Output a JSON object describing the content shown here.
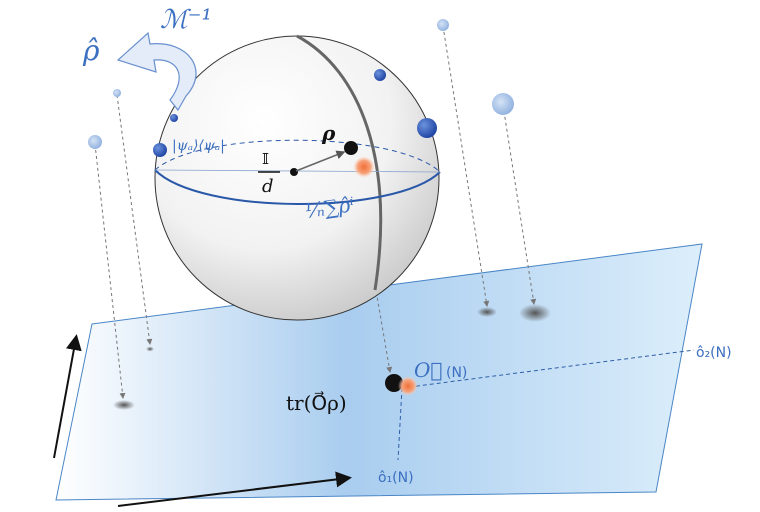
{
  "labels": {
    "rho_hat": "ρ̂",
    "measurement_inverse": "ℳ⁻¹",
    "projector": "|ψₐ⟩⟨ψₐ|",
    "rho": "ρ",
    "identity_num": "𝕀",
    "identity_den": "d",
    "average_estimator": "¹⁄ₙ∑ρ̂ⁱ",
    "trace_expectation": "tr(O⃗ρ)",
    "observable_vector": "O⃗",
    "observable_vector_suffix": "(N)",
    "axis_o1": "ô₁(N)",
    "axis_o2": "ô₂(N)"
  },
  "colors": {
    "blue_label": "#3b6fc0",
    "sphere_outline": "#3a3a3a",
    "plane_fill": "#cfe3f6",
    "plane_edge": "#2f6db5",
    "dot_blue": "#2f5fb8",
    "dot_light": "#a9c4e6",
    "orange_dot": "#f2703a"
  }
}
